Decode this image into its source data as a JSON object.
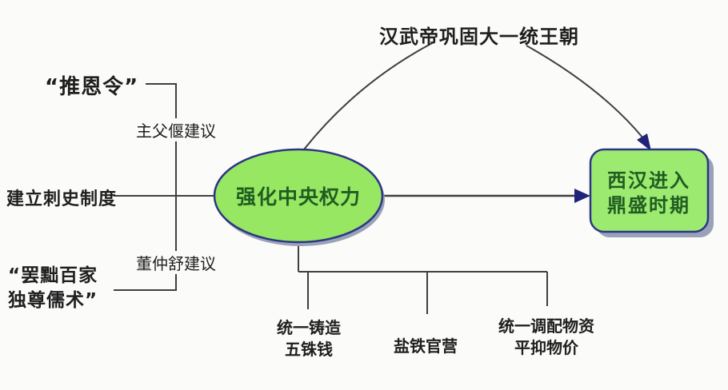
{
  "title": "汉武帝巩固大一统王朝",
  "center_node": {
    "label": "强化中央权力"
  },
  "result_node": {
    "line1": "西汉进入",
    "line2": "鼎盛时期"
  },
  "left_column": {
    "decree": "“推恩令”",
    "inspector_system": "建立刺史制度",
    "confucian_line1": "“罢黜百家",
    "confucian_line2": "独尊儒术”",
    "advisor_top": "主父偃建议",
    "advisor_bottom": "董仲舒建议"
  },
  "bottom_row": {
    "coinage_line1": "统一铸造",
    "coinage_line2": "五铢钱",
    "salt_iron": "盐铁官营",
    "allocation_line1": "统一调配物资",
    "allocation_line2": "平抑物价"
  },
  "colors": {
    "background": "#fbfbf9",
    "node_fill": "#97e763",
    "result_fill": "#9cea70",
    "node_border": "#2c3584",
    "node_text": "#215c21",
    "shadow": "#99a2b8",
    "line": "#3f3f3f",
    "arrow": "#1f2478",
    "text": "#1f1f1f"
  }
}
